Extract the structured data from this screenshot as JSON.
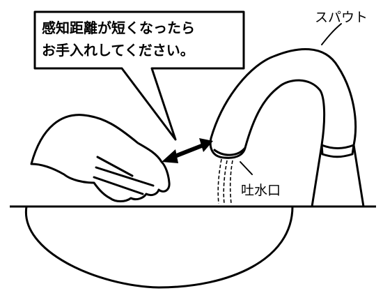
{
  "callout": {
    "line1": "感知距離が短くなったら",
    "line2": "お手入れしてください。"
  },
  "labels": {
    "spout": "スパウト",
    "outlet": "吐水口"
  },
  "colors": {
    "stroke": "#000000",
    "fill": "#ffffff"
  }
}
